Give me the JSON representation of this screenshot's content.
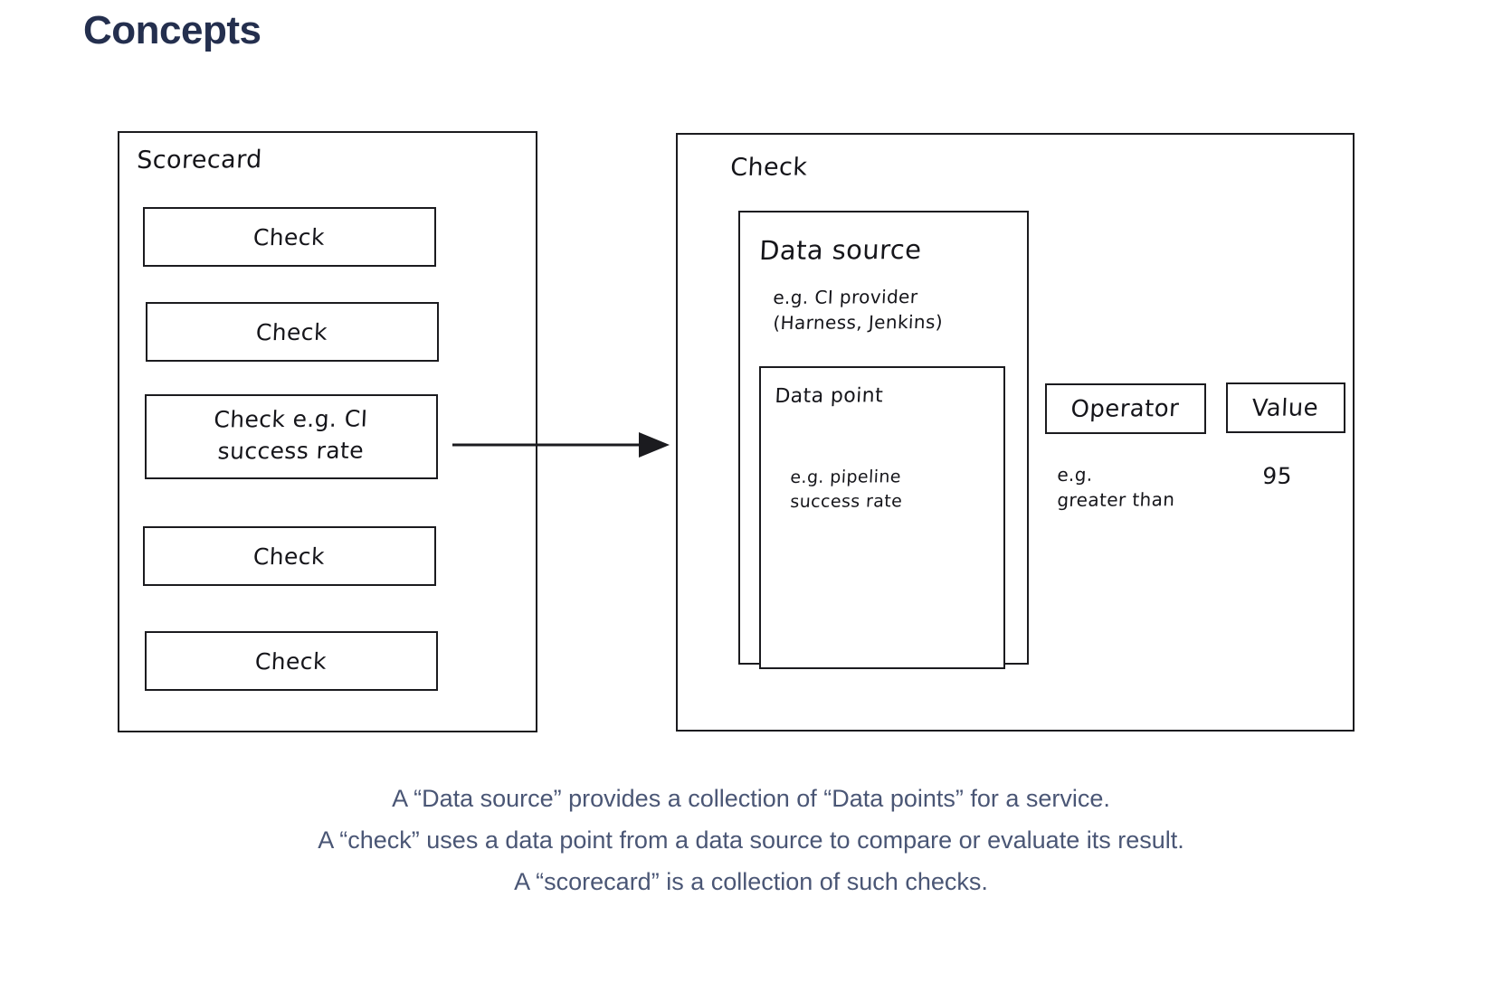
{
  "page": {
    "title": "Concepts",
    "title_color": "#242f4e",
    "background": "#ffffff"
  },
  "diagram": {
    "type": "concept-diagram",
    "style": "hand-drawn",
    "stroke_color": "#1b1b1f",
    "scorecard_panel": {
      "label": "Scorecard",
      "checks": [
        {
          "label": "Check"
        },
        {
          "label": "Check"
        },
        {
          "label": "Check e.g. CI\nsuccess rate",
          "line1": "Check e.g. CI",
          "line2": "success rate",
          "has_arrow": true
        },
        {
          "label": "Check"
        },
        {
          "label": "Check"
        }
      ]
    },
    "connector": {
      "kind": "arrow",
      "direction": "right",
      "from": "Check e.g. CI success rate",
      "to": "Check"
    },
    "check_panel": {
      "label": "Check",
      "data_source": {
        "heading": "Data source",
        "example_line1": "e.g. CI provider",
        "example_line2": "(Harness, Jenkins)",
        "data_point": {
          "heading": "Data point",
          "example_line1": "e.g. pipeline",
          "example_line2": "success rate"
        }
      },
      "operator": {
        "label": "Operator",
        "example_line1": "e.g.",
        "example_line2": "greater than"
      },
      "value": {
        "label": "Value",
        "example": "95"
      }
    }
  },
  "caption": {
    "color": "#4a5675",
    "lines": [
      "A “Data source” provides a collection of “Data points” for a service.",
      "A “check” uses a data point from a data source to compare or evaluate its result.",
      "A “scorecard” is a collection of such checks."
    ]
  }
}
